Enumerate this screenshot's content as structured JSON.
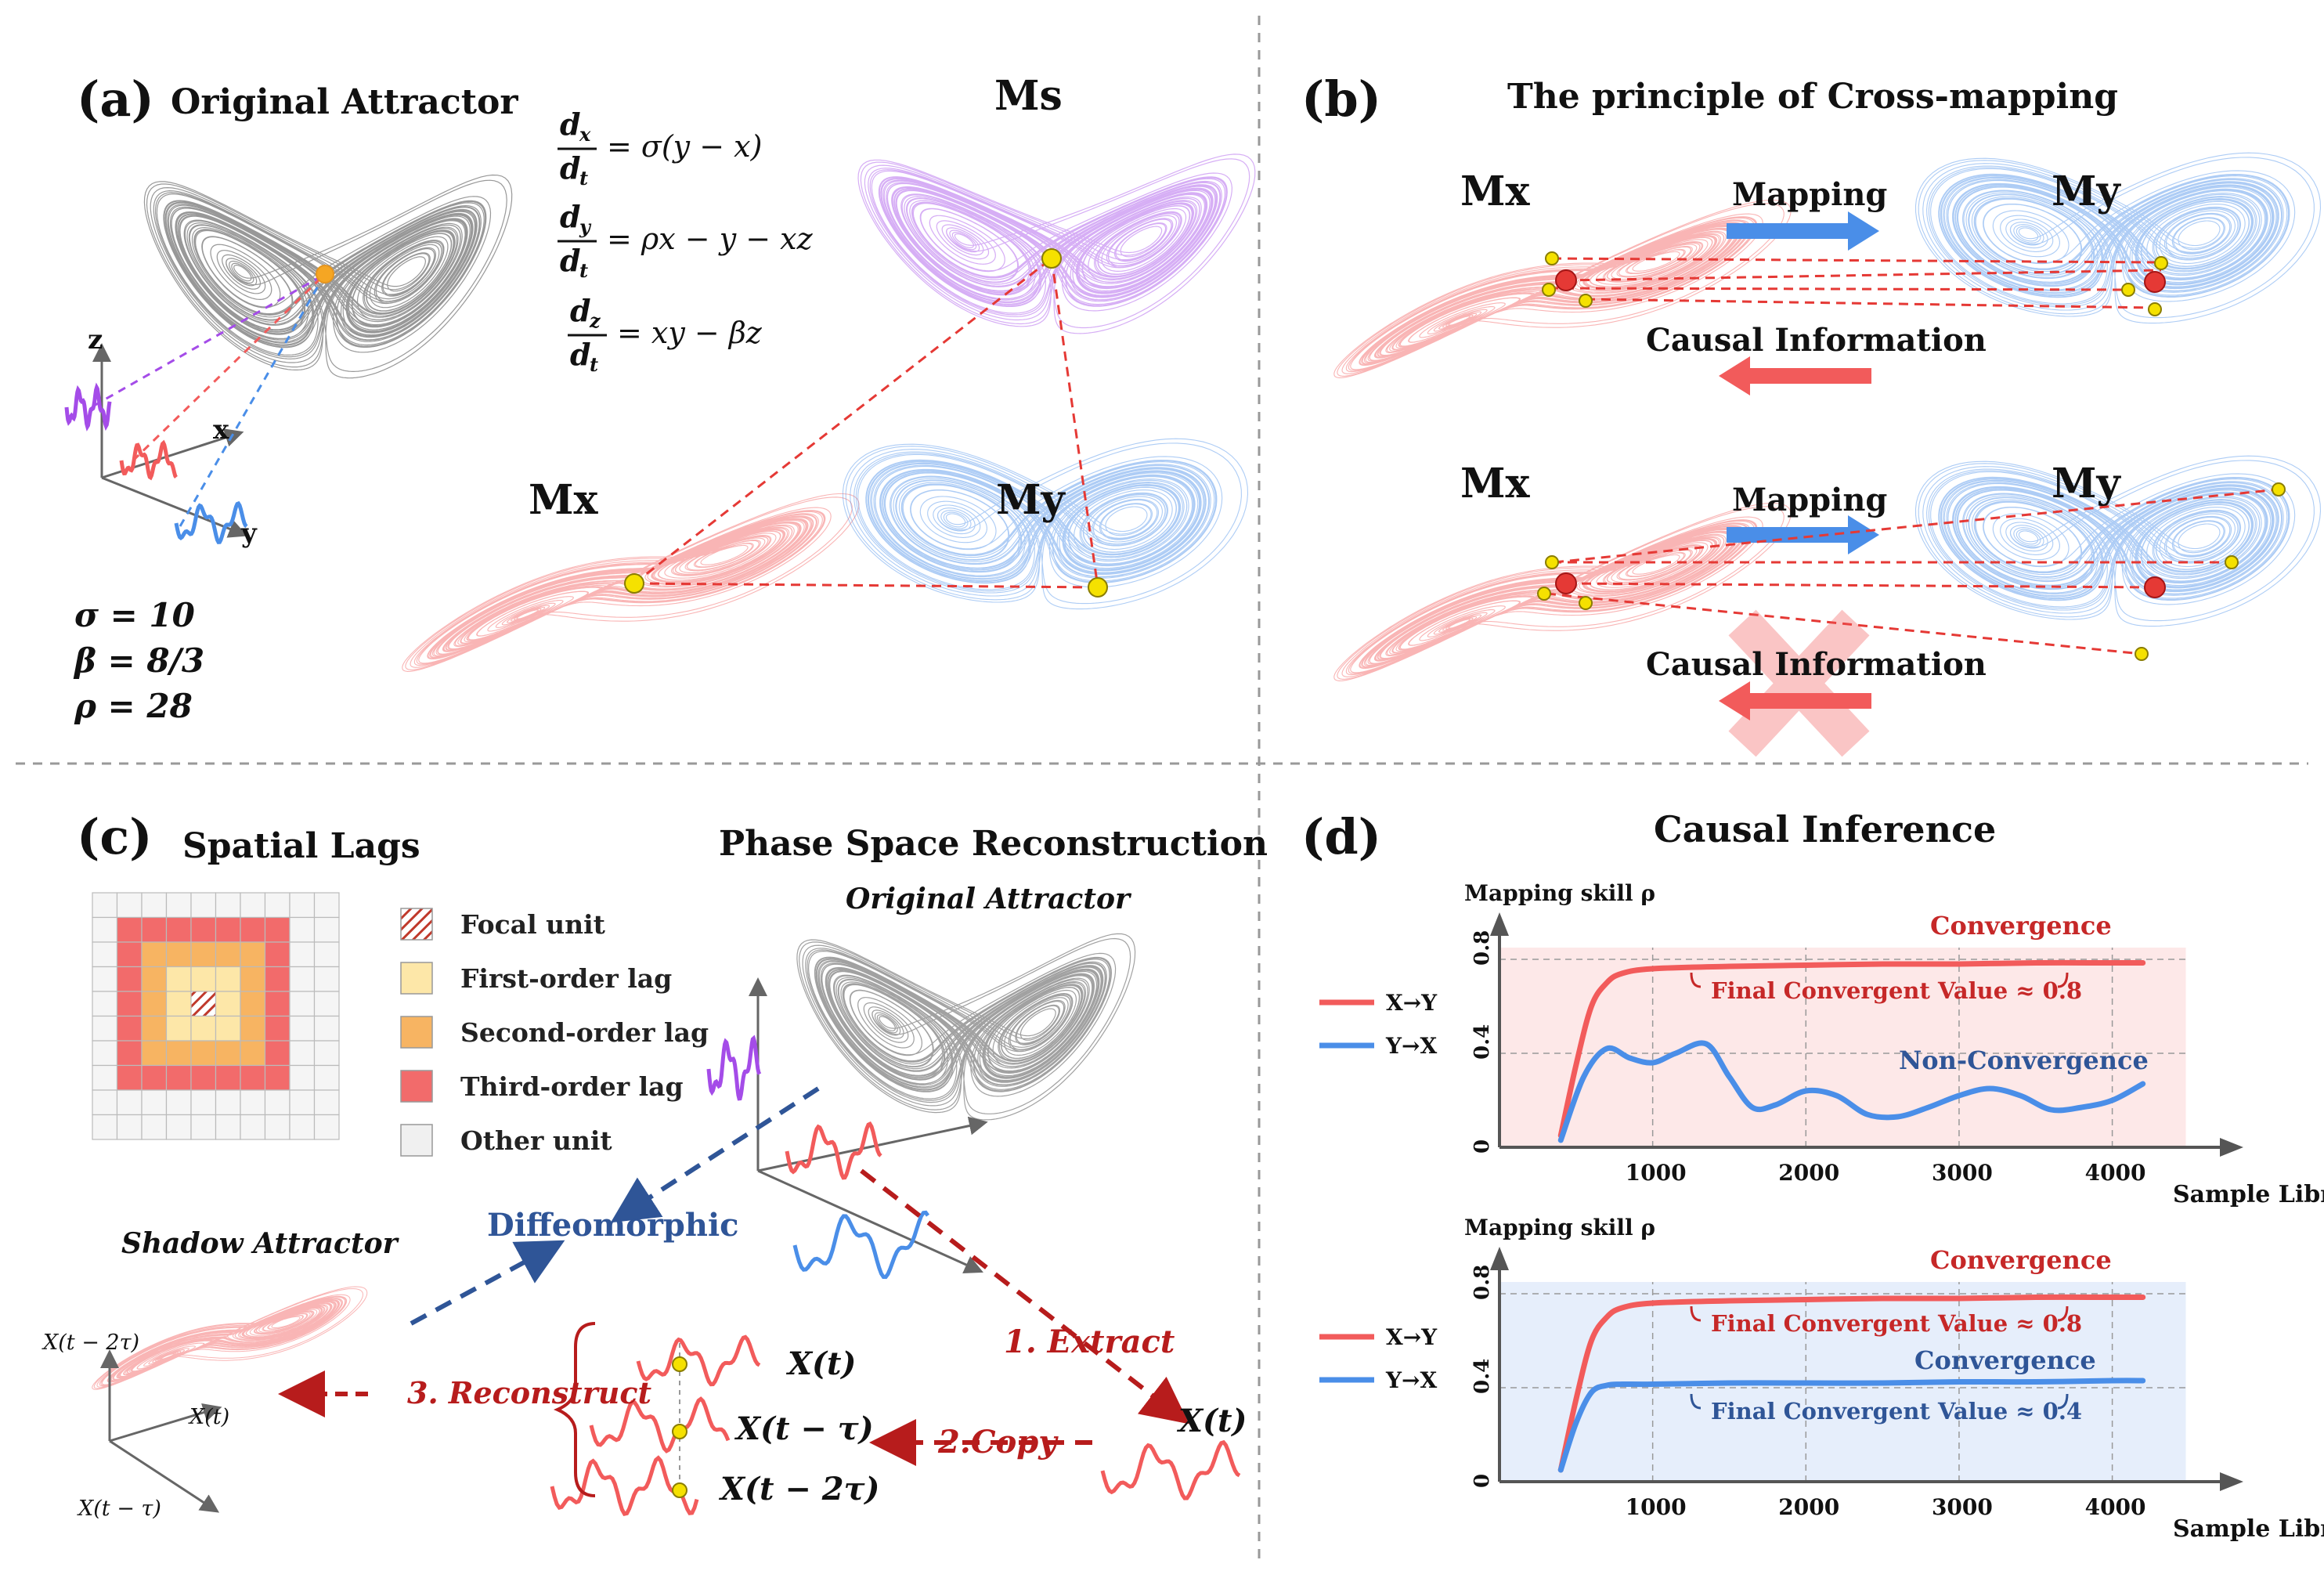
{
  "panels": {
    "a": {
      "letter": "(a)",
      "title": "Original Attractor",
      "ms_label": "Ms",
      "mx_label": "Mx",
      "my_label": "My",
      "axis_z": "z",
      "axis_x": "x",
      "axis_y": "y",
      "equations": [
        {
          "num": "d",
          "num_sub": "x",
          "den": "d",
          "den_sub": "t",
          "rhs": "= σ(y − x)"
        },
        {
          "num": "d",
          "num_sub": "y",
          "den": "d",
          "den_sub": "t",
          "rhs": "= ρx − y − xz"
        },
        {
          "num": "d",
          "num_sub": "z",
          "den": "d",
          "den_sub": "t",
          "rhs": "= xy − βz"
        }
      ],
      "params": [
        "σ = 10",
        "β = 8/3",
        "ρ = 28"
      ]
    },
    "b": {
      "letter": "(b)",
      "title": "The principle of Cross-mapping",
      "mx_label": "Mx",
      "my_label": "My",
      "mapping_label": "Mapping",
      "causal_label": "Causal Information"
    },
    "c": {
      "letter": "(c)",
      "title_left": "Spatial Lags",
      "title_right": "Phase Space Reconstruction",
      "original_attractor": "Original Attractor",
      "shadow_attractor": "Shadow Attractor",
      "diffeomorphic": "Diffeomorphic",
      "step1": "1. Extract",
      "step2": "2.Copy",
      "step3": "3. Reconstruct",
      "xt": "X(t)",
      "xt_tau": "X(t − τ)",
      "xt_2tau": "X(t − 2τ)",
      "shadow_axis_z": "X(t − 2τ)",
      "shadow_axis_x": "X(t)",
      "shadow_axis_y": "X(t − τ)",
      "legend": [
        {
          "label": "Focal unit",
          "color": "#c0392b"
        },
        {
          "label": "First-order lag",
          "color": "#fde7a8"
        },
        {
          "label": "Second-order lag",
          "color": "#f7b462"
        },
        {
          "label": "Third-order lag",
          "color": "#f26b6b"
        },
        {
          "label": "Other unit",
          "color": "#f0f0f0"
        }
      ]
    },
    "d": {
      "letter": "(d)",
      "title": "Causal Inference"
    }
  },
  "colors": {
    "red": "#f25b5b",
    "blue": "#4a8ee8",
    "purple": "#a44ce8",
    "gray": "#444444",
    "yellow": "#f5e100",
    "darkred": "#b71c1c",
    "navy": "#2f5597"
  },
  "chart_data": [
    {
      "type": "line",
      "ylabel": "Mapping skill ρ",
      "xlabel": "Sample Library",
      "xticks": [
        1000,
        2000,
        3000,
        4000
      ],
      "yticks": [
        0,
        0.4,
        0.8
      ],
      "xlim": [
        0,
        4600
      ],
      "ylim": [
        0,
        0.9
      ],
      "background": "#fde8e8",
      "series": [
        {
          "name": "X→Y",
          "color": "#f25b5b",
          "x": [
            400,
            500,
            600,
            700,
            800,
            1000,
            1500,
            2000,
            2500,
            3000,
            3500,
            4000,
            4200
          ],
          "y": [
            0.05,
            0.35,
            0.6,
            0.7,
            0.74,
            0.76,
            0.77,
            0.775,
            0.78,
            0.78,
            0.785,
            0.785,
            0.785
          ]
        },
        {
          "name": "Y→X",
          "color": "#4a8ee8",
          "x": [
            400,
            550,
            700,
            850,
            1000,
            1150,
            1350,
            1500,
            1650,
            1800,
            2000,
            2200,
            2400,
            2600,
            2800,
            3000,
            3200,
            3400,
            3600,
            3800,
            4000,
            4200
          ],
          "y": [
            0.03,
            0.3,
            0.42,
            0.38,
            0.36,
            0.4,
            0.44,
            0.3,
            0.17,
            0.18,
            0.24,
            0.22,
            0.14,
            0.13,
            0.17,
            0.22,
            0.25,
            0.22,
            0.16,
            0.17,
            0.2,
            0.27
          ]
        }
      ],
      "annotations": [
        {
          "text": "Convergence",
          "color": "#c62828"
        },
        {
          "text": "Final Convergent Value ≈ 0.8",
          "color": "#c62828"
        },
        {
          "text": "Non-Convergence",
          "color": "#2f5597"
        }
      ]
    },
    {
      "type": "line",
      "ylabel": "Mapping skill ρ",
      "xlabel": "Sample Library",
      "xticks": [
        1000,
        2000,
        3000,
        4000
      ],
      "yticks": [
        0,
        0.4,
        0.8
      ],
      "xlim": [
        0,
        4600
      ],
      "ylim": [
        0,
        0.9
      ],
      "background": "#e6eefb",
      "series": [
        {
          "name": "X→Y",
          "color": "#f25b5b",
          "x": [
            400,
            500,
            600,
            700,
            800,
            1000,
            1500,
            2000,
            2500,
            3000,
            3500,
            4000,
            4200
          ],
          "y": [
            0.05,
            0.35,
            0.6,
            0.7,
            0.74,
            0.76,
            0.77,
            0.775,
            0.78,
            0.78,
            0.785,
            0.785,
            0.785
          ]
        },
        {
          "name": "Y→X",
          "color": "#4a8ee8",
          "x": [
            400,
            500,
            600,
            700,
            800,
            1000,
            1500,
            2000,
            2500,
            3000,
            3500,
            4000,
            4200
          ],
          "y": [
            0.05,
            0.25,
            0.38,
            0.41,
            0.415,
            0.415,
            0.42,
            0.42,
            0.42,
            0.425,
            0.425,
            0.43,
            0.43
          ]
        }
      ],
      "annotations": [
        {
          "text": "Convergence",
          "color": "#c62828"
        },
        {
          "text": "Final Convergent Value ≈ 0.8",
          "color": "#c62828"
        },
        {
          "text": "Convergence",
          "color": "#2f5597"
        },
        {
          "text": "Final Convergent Value ≈ 0.4",
          "color": "#2f5597"
        }
      ]
    }
  ]
}
